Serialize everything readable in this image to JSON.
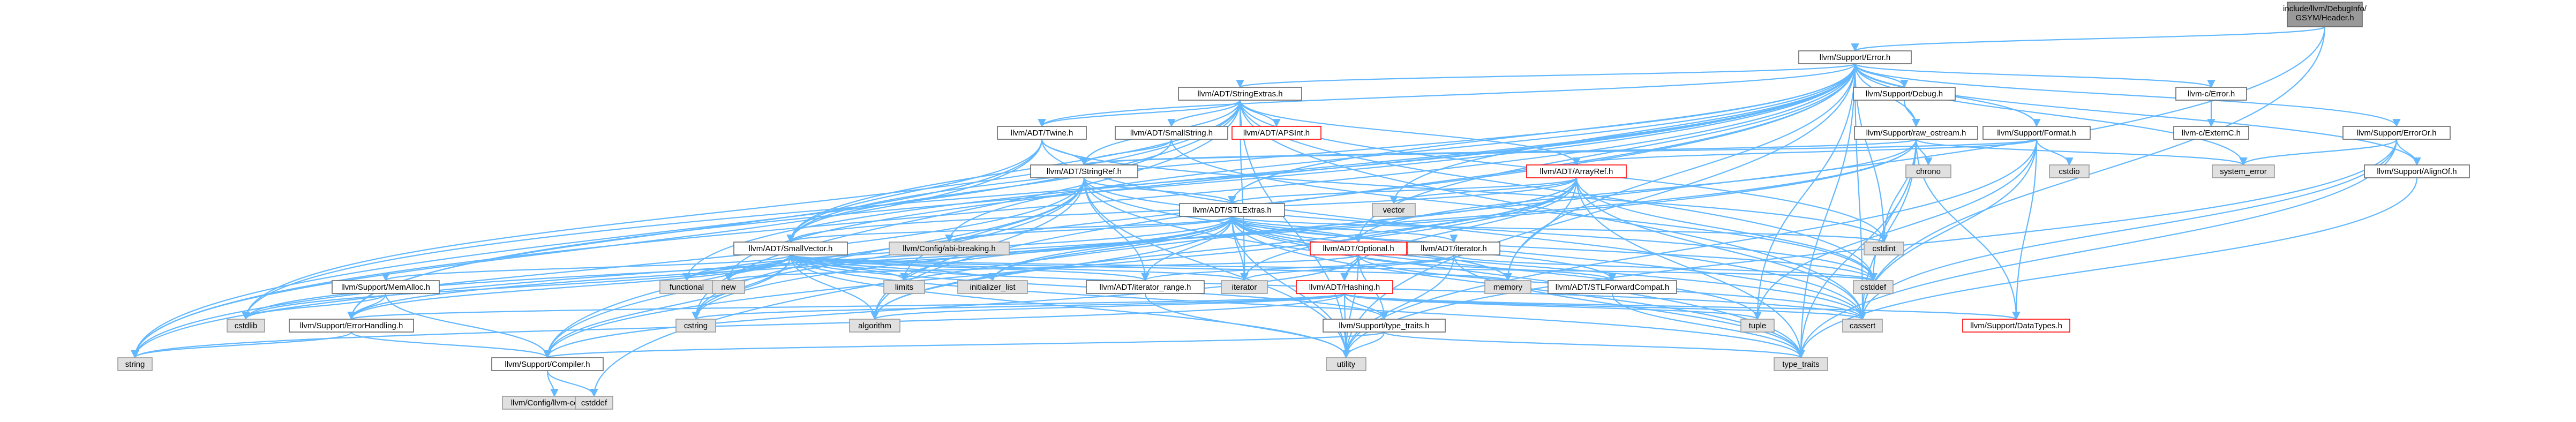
{
  "colors": {
    "root_fill": "#999999",
    "normal_fill": "#ffffff",
    "normal_border": "#666666",
    "external_fill": "#e0e0e0",
    "external_border": "#999999",
    "truncated_border": "#ff0000",
    "truncated_text": "#ff0000",
    "edge": "#63b8ff"
  },
  "nodes": [
    {
      "id": "root",
      "label": "include/llvm/DebugInfo/GSYM/Header.h",
      "kind": "root"
    },
    {
      "id": "error",
      "label": "llvm/Support/Error.h",
      "kind": "normal"
    },
    {
      "id": "stringextras",
      "label": "llvm/ADT/StringExtras.h",
      "kind": "normal"
    },
    {
      "id": "debug",
      "label": "llvm/Support/Debug.h",
      "kind": "normal"
    },
    {
      "id": "rawostream",
      "label": "llvm/Support/raw_ostream.h",
      "kind": "normal"
    },
    {
      "id": "formatv",
      "label": "llvm/Support/Format.h",
      "kind": "normal"
    },
    {
      "id": "cerror",
      "label": "llvm-c/Error.h",
      "kind": "normal"
    },
    {
      "id": "cexternc",
      "label": "llvm-c/ExternC.h",
      "kind": "normal"
    },
    {
      "id": "erroror",
      "label": "llvm/Support/ErrorOr.h",
      "kind": "normal"
    },
    {
      "id": "alignof",
      "label": "llvm/Support/AlignOf.h",
      "kind": "normal"
    },
    {
      "id": "twine",
      "label": "llvm/ADT/Twine.h",
      "kind": "normal"
    },
    {
      "id": "smallstring",
      "label": "llvm/ADT/SmallString.h",
      "kind": "normal"
    },
    {
      "id": "apsint",
      "label": "llvm/ADT/APSInt.h",
      "kind": "truncated"
    },
    {
      "id": "stringref",
      "label": "llvm/ADT/StringRef.h",
      "kind": "normal"
    },
    {
      "id": "arrayref",
      "label": "llvm/ADT/ArrayRef.h",
      "kind": "truncated"
    },
    {
      "id": "stlextras",
      "label": "llvm/ADT/STLExtras.h",
      "kind": "normal"
    },
    {
      "id": "smallvector",
      "label": "llvm/ADT/SmallVector.h",
      "kind": "normal"
    },
    {
      "id": "abibreaking",
      "label": "llvm/Config/abi-breaking.h",
      "kind": "external"
    },
    {
      "id": "optional",
      "label": "llvm/ADT/Optional.h",
      "kind": "truncated"
    },
    {
      "id": "adtiterator",
      "label": "llvm/ADT/iterator.h",
      "kind": "normal"
    },
    {
      "id": "hashing",
      "label": "llvm/ADT/Hashing.h",
      "kind": "truncated"
    },
    {
      "id": "iteratorrange",
      "label": "llvm/ADT/iterator_range.h",
      "kind": "normal"
    },
    {
      "id": "stlforward",
      "label": "llvm/ADT/STLForwardCompat.h",
      "kind": "normal"
    },
    {
      "id": "memalloc",
      "label": "llvm/Support/MemAlloc.h",
      "kind": "normal"
    },
    {
      "id": "errorhandling",
      "label": "llvm/Support/ErrorHandling.h",
      "kind": "normal"
    },
    {
      "id": "compiler",
      "label": "llvm/Support/Compiler.h",
      "kind": "normal"
    },
    {
      "id": "typetraits",
      "label": "llvm/Support/type_traits.h",
      "kind": "normal"
    },
    {
      "id": "datatypes",
      "label": "llvm/Support/DataTypes.h",
      "kind": "truncated"
    },
    {
      "id": "llvmconfig",
      "label": "llvm/Config/llvm-config.h",
      "kind": "external"
    },
    {
      "id": "cstddef",
      "label": "cstddef",
      "kind": "external"
    },
    {
      "id": "chrono",
      "label": "chrono",
      "kind": "external"
    },
    {
      "id": "cstdio",
      "label": "cstdio",
      "kind": "external"
    },
    {
      "id": "systemerror",
      "label": "system_error",
      "kind": "external"
    },
    {
      "id": "vector",
      "label": "vector",
      "kind": "external"
    },
    {
      "id": "cstdint",
      "label": "cstdint",
      "kind": "external"
    },
    {
      "id": "functional",
      "label": "functional",
      "kind": "external"
    },
    {
      "id": "new",
      "label": "new",
      "kind": "external"
    },
    {
      "id": "limits",
      "label": "limits",
      "kind": "external"
    },
    {
      "id": "initializerlist",
      "label": "initializer_list",
      "kind": "external"
    },
    {
      "id": "iteratorstd",
      "label": "iterator",
      "kind": "external"
    },
    {
      "id": "memory",
      "label": "memory",
      "kind": "external"
    },
    {
      "id": "cstddef2",
      "label": "cstddef",
      "kind": "external"
    },
    {
      "id": "cstdlib",
      "label": "cstdlib",
      "kind": "external"
    },
    {
      "id": "cstring",
      "label": "cstring",
      "kind": "external"
    },
    {
      "id": "algorithm",
      "label": "algorithm",
      "kind": "external"
    },
    {
      "id": "tuple",
      "label": "tuple",
      "kind": "external"
    },
    {
      "id": "cassert",
      "label": "cassert",
      "kind": "external"
    },
    {
      "id": "string",
      "label": "string",
      "kind": "external"
    },
    {
      "id": "utility",
      "label": "utility",
      "kind": "external"
    },
    {
      "id": "typetraitsstd",
      "label": "type_traits",
      "kind": "external"
    }
  ],
  "edges": [
    [
      "root",
      "error"
    ],
    [
      "root",
      "cstddef"
    ],
    [
      "root",
      "cassert"
    ],
    [
      "error",
      "stringextras"
    ],
    [
      "error",
      "debug"
    ],
    [
      "error",
      "rawostream"
    ],
    [
      "error",
      "formatv"
    ],
    [
      "error",
      "cerror"
    ],
    [
      "error",
      "erroror"
    ],
    [
      "error",
      "alignof"
    ],
    [
      "error",
      "twine"
    ],
    [
      "error",
      "abibreaking"
    ],
    [
      "error",
      "stlextras"
    ],
    [
      "error",
      "smallvector"
    ],
    [
      "error",
      "errorhandling"
    ],
    [
      "error",
      "compiler"
    ],
    [
      "error",
      "cassert"
    ],
    [
      "error",
      "cstdint"
    ],
    [
      "error",
      "cstdlib"
    ],
    [
      "error",
      "functional"
    ],
    [
      "error",
      "memory"
    ],
    [
      "error",
      "new"
    ],
    [
      "error",
      "optional"
    ],
    [
      "error",
      "string"
    ],
    [
      "error",
      "systemerror"
    ],
    [
      "error",
      "typetraitsstd"
    ],
    [
      "error",
      "utility"
    ],
    [
      "error",
      "vector"
    ],
    [
      "error",
      "tuple"
    ],
    [
      "error",
      "algorithm"
    ],
    [
      "stringextras",
      "apsint"
    ],
    [
      "stringextras",
      "arrayref"
    ],
    [
      "stringextras",
      "smallstring"
    ],
    [
      "stringextras",
      "stringref"
    ],
    [
      "stringextras",
      "twine"
    ],
    [
      "stringextras",
      "iteratorstd"
    ],
    [
      "stringextras",
      "cassert"
    ],
    [
      "stringextras",
      "cstddef2"
    ],
    [
      "stringextras",
      "cstdint"
    ],
    [
      "stringextras",
      "cstdlib"
    ],
    [
      "stringextras",
      "cstring"
    ],
    [
      "stringextras",
      "string"
    ],
    [
      "stringextras",
      "utility"
    ],
    [
      "stringextras",
      "smallvector"
    ],
    [
      "debug",
      "rawostream"
    ],
    [
      "rawostream",
      "stringref"
    ],
    [
      "rawostream",
      "datatypes"
    ],
    [
      "rawostream",
      "cassert"
    ],
    [
      "rawostream",
      "chrono"
    ],
    [
      "rawostream",
      "cstddef2"
    ],
    [
      "rawostream",
      "cstdint"
    ],
    [
      "rawostream",
      "cstring"
    ],
    [
      "rawostream",
      "optional"
    ],
    [
      "rawostream",
      "string"
    ],
    [
      "rawostream",
      "systemerror"
    ],
    [
      "rawostream",
      "typetraitsstd"
    ],
    [
      "formatv",
      "arrayref"
    ],
    [
      "formatv",
      "stringref"
    ],
    [
      "formatv",
      "datatypes"
    ],
    [
      "formatv",
      "cassert"
    ],
    [
      "formatv",
      "cstdio"
    ],
    [
      "formatv",
      "tuple"
    ],
    [
      "formatv",
      "utility"
    ],
    [
      "cerror",
      "cexternc"
    ],
    [
      "erroror",
      "alignof"
    ],
    [
      "erroror",
      "cassert"
    ],
    [
      "erroror",
      "systemerror"
    ],
    [
      "erroror",
      "typetraitsstd"
    ],
    [
      "erroror",
      "utility"
    ],
    [
      "alignof",
      "typetraitsstd"
    ],
    [
      "twine",
      "smallvector"
    ],
    [
      "twine",
      "stringref"
    ],
    [
      "twine",
      "errorhandling"
    ],
    [
      "twine",
      "cassert"
    ],
    [
      "twine",
      "cstdint"
    ],
    [
      "twine",
      "string"
    ],
    [
      "smallstring",
      "smallvector"
    ],
    [
      "smallstring",
      "stringref"
    ],
    [
      "smallstring",
      "cstddef2"
    ],
    [
      "stringref",
      "stlextras"
    ],
    [
      "stringref",
      "iteratorrange"
    ],
    [
      "stringref",
      "compiler"
    ],
    [
      "stringref",
      "algorithm"
    ],
    [
      "stringref",
      "cassert"
    ],
    [
      "stringref",
      "cstddef2"
    ],
    [
      "stringref",
      "cstring"
    ],
    [
      "stringref",
      "limits"
    ],
    [
      "stringref",
      "string"
    ],
    [
      "stringref",
      "typetraitsstd"
    ],
    [
      "stringref",
      "utility"
    ],
    [
      "arrayref",
      "hashing"
    ],
    [
      "arrayref",
      "smallvector"
    ],
    [
      "arrayref",
      "stlextras"
    ],
    [
      "arrayref",
      "compiler"
    ],
    [
      "arrayref",
      "algorithm"
    ],
    [
      "arrayref",
      "array"
    ],
    [
      "arrayref",
      "cassert"
    ],
    [
      "arrayref",
      "cstddef2"
    ],
    [
      "arrayref",
      "initializerlist"
    ],
    [
      "arrayref",
      "iteratorstd"
    ],
    [
      "arrayref",
      "memory"
    ],
    [
      "arrayref",
      "typetraitsstd"
    ],
    [
      "arrayref",
      "vector"
    ],
    [
      "stlextras",
      "abibreaking"
    ],
    [
      "stlextras",
      "optional"
    ],
    [
      "stlextras",
      "stlforward"
    ],
    [
      "stlextras",
      "adtiterator"
    ],
    [
      "stlextras",
      "iteratorrange"
    ],
    [
      "stlextras",
      "errorhandling"
    ],
    [
      "stlextras",
      "algorithm"
    ],
    [
      "stlextras",
      "cassert"
    ],
    [
      "stlextras",
      "cstddef2"
    ],
    [
      "stlextras",
      "cstdint"
    ],
    [
      "stlextras",
      "cstdlib"
    ],
    [
      "stlextras",
      "functional"
    ],
    [
      "stlextras",
      "initializerlist"
    ],
    [
      "stlextras",
      "iteratorstd"
    ],
    [
      "stlextras",
      "limits"
    ],
    [
      "stlextras",
      "memory"
    ],
    [
      "stlextras",
      "tuple"
    ],
    [
      "stlextras",
      "typetraitsstd"
    ],
    [
      "stlextras",
      "utility"
    ],
    [
      "stlextras",
      "smallvector"
    ],
    [
      "smallvector",
      "compiler"
    ],
    [
      "smallvector",
      "memalloc"
    ],
    [
      "smallvector",
      "typetraits"
    ],
    [
      "smallvector",
      "algorithm"
    ],
    [
      "smallvector",
      "cassert"
    ],
    [
      "smallvector",
      "cstddef2"
    ],
    [
      "smallvector",
      "cstdlib"
    ],
    [
      "smallvector",
      "cstring"
    ],
    [
      "smallvector",
      "functional"
    ],
    [
      "smallvector",
      "initializerlist"
    ],
    [
      "smallvector",
      "iteratorstd"
    ],
    [
      "smallvector",
      "limits"
    ],
    [
      "smallvector",
      "memory"
    ],
    [
      "smallvector",
      "new"
    ],
    [
      "smallvector",
      "typetraitsstd"
    ],
    [
      "smallvector",
      "utility"
    ],
    [
      "smallvector",
      "errorhandling"
    ],
    [
      "smallvector",
      "iteratorrange"
    ],
    [
      "optional",
      "hashing"
    ],
    [
      "optional",
      "stlforward"
    ],
    [
      "optional",
      "compiler"
    ],
    [
      "optional",
      "typetraits"
    ],
    [
      "optional",
      "cassert"
    ],
    [
      "optional",
      "new"
    ],
    [
      "optional",
      "utility"
    ],
    [
      "adtiterator",
      "iteratorrange"
    ],
    [
      "adtiterator",
      "cstddef2"
    ],
    [
      "adtiterator",
      "iteratorstd"
    ],
    [
      "adtiterator",
      "typetraitsstd"
    ],
    [
      "adtiterator",
      "utility"
    ],
    [
      "hashing",
      "errorhandling"
    ],
    [
      "hashing",
      "typetraits"
    ],
    [
      "hashing",
      "datatypes"
    ],
    [
      "hashing",
      "algorithm"
    ],
    [
      "hashing",
      "cassert"
    ],
    [
      "hashing",
      "cstring"
    ],
    [
      "hashing",
      "string"
    ],
    [
      "hashing",
      "tuple"
    ],
    [
      "hashing",
      "utility"
    ],
    [
      "iteratorrange",
      "utility"
    ],
    [
      "stlforward",
      "typetraitsstd"
    ],
    [
      "memalloc",
      "compiler"
    ],
    [
      "memalloc",
      "errorhandling"
    ],
    [
      "memalloc",
      "cstdlib"
    ],
    [
      "errorhandling",
      "compiler"
    ],
    [
      "errorhandling",
      "string"
    ],
    [
      "compiler",
      "llvmconfig"
    ],
    [
      "compiler",
      "cstddef"
    ],
    [
      "typetraits",
      "compiler"
    ],
    [
      "typetraits",
      "typetraitsstd"
    ],
    [
      "typetraits",
      "utility"
    ]
  ]
}
